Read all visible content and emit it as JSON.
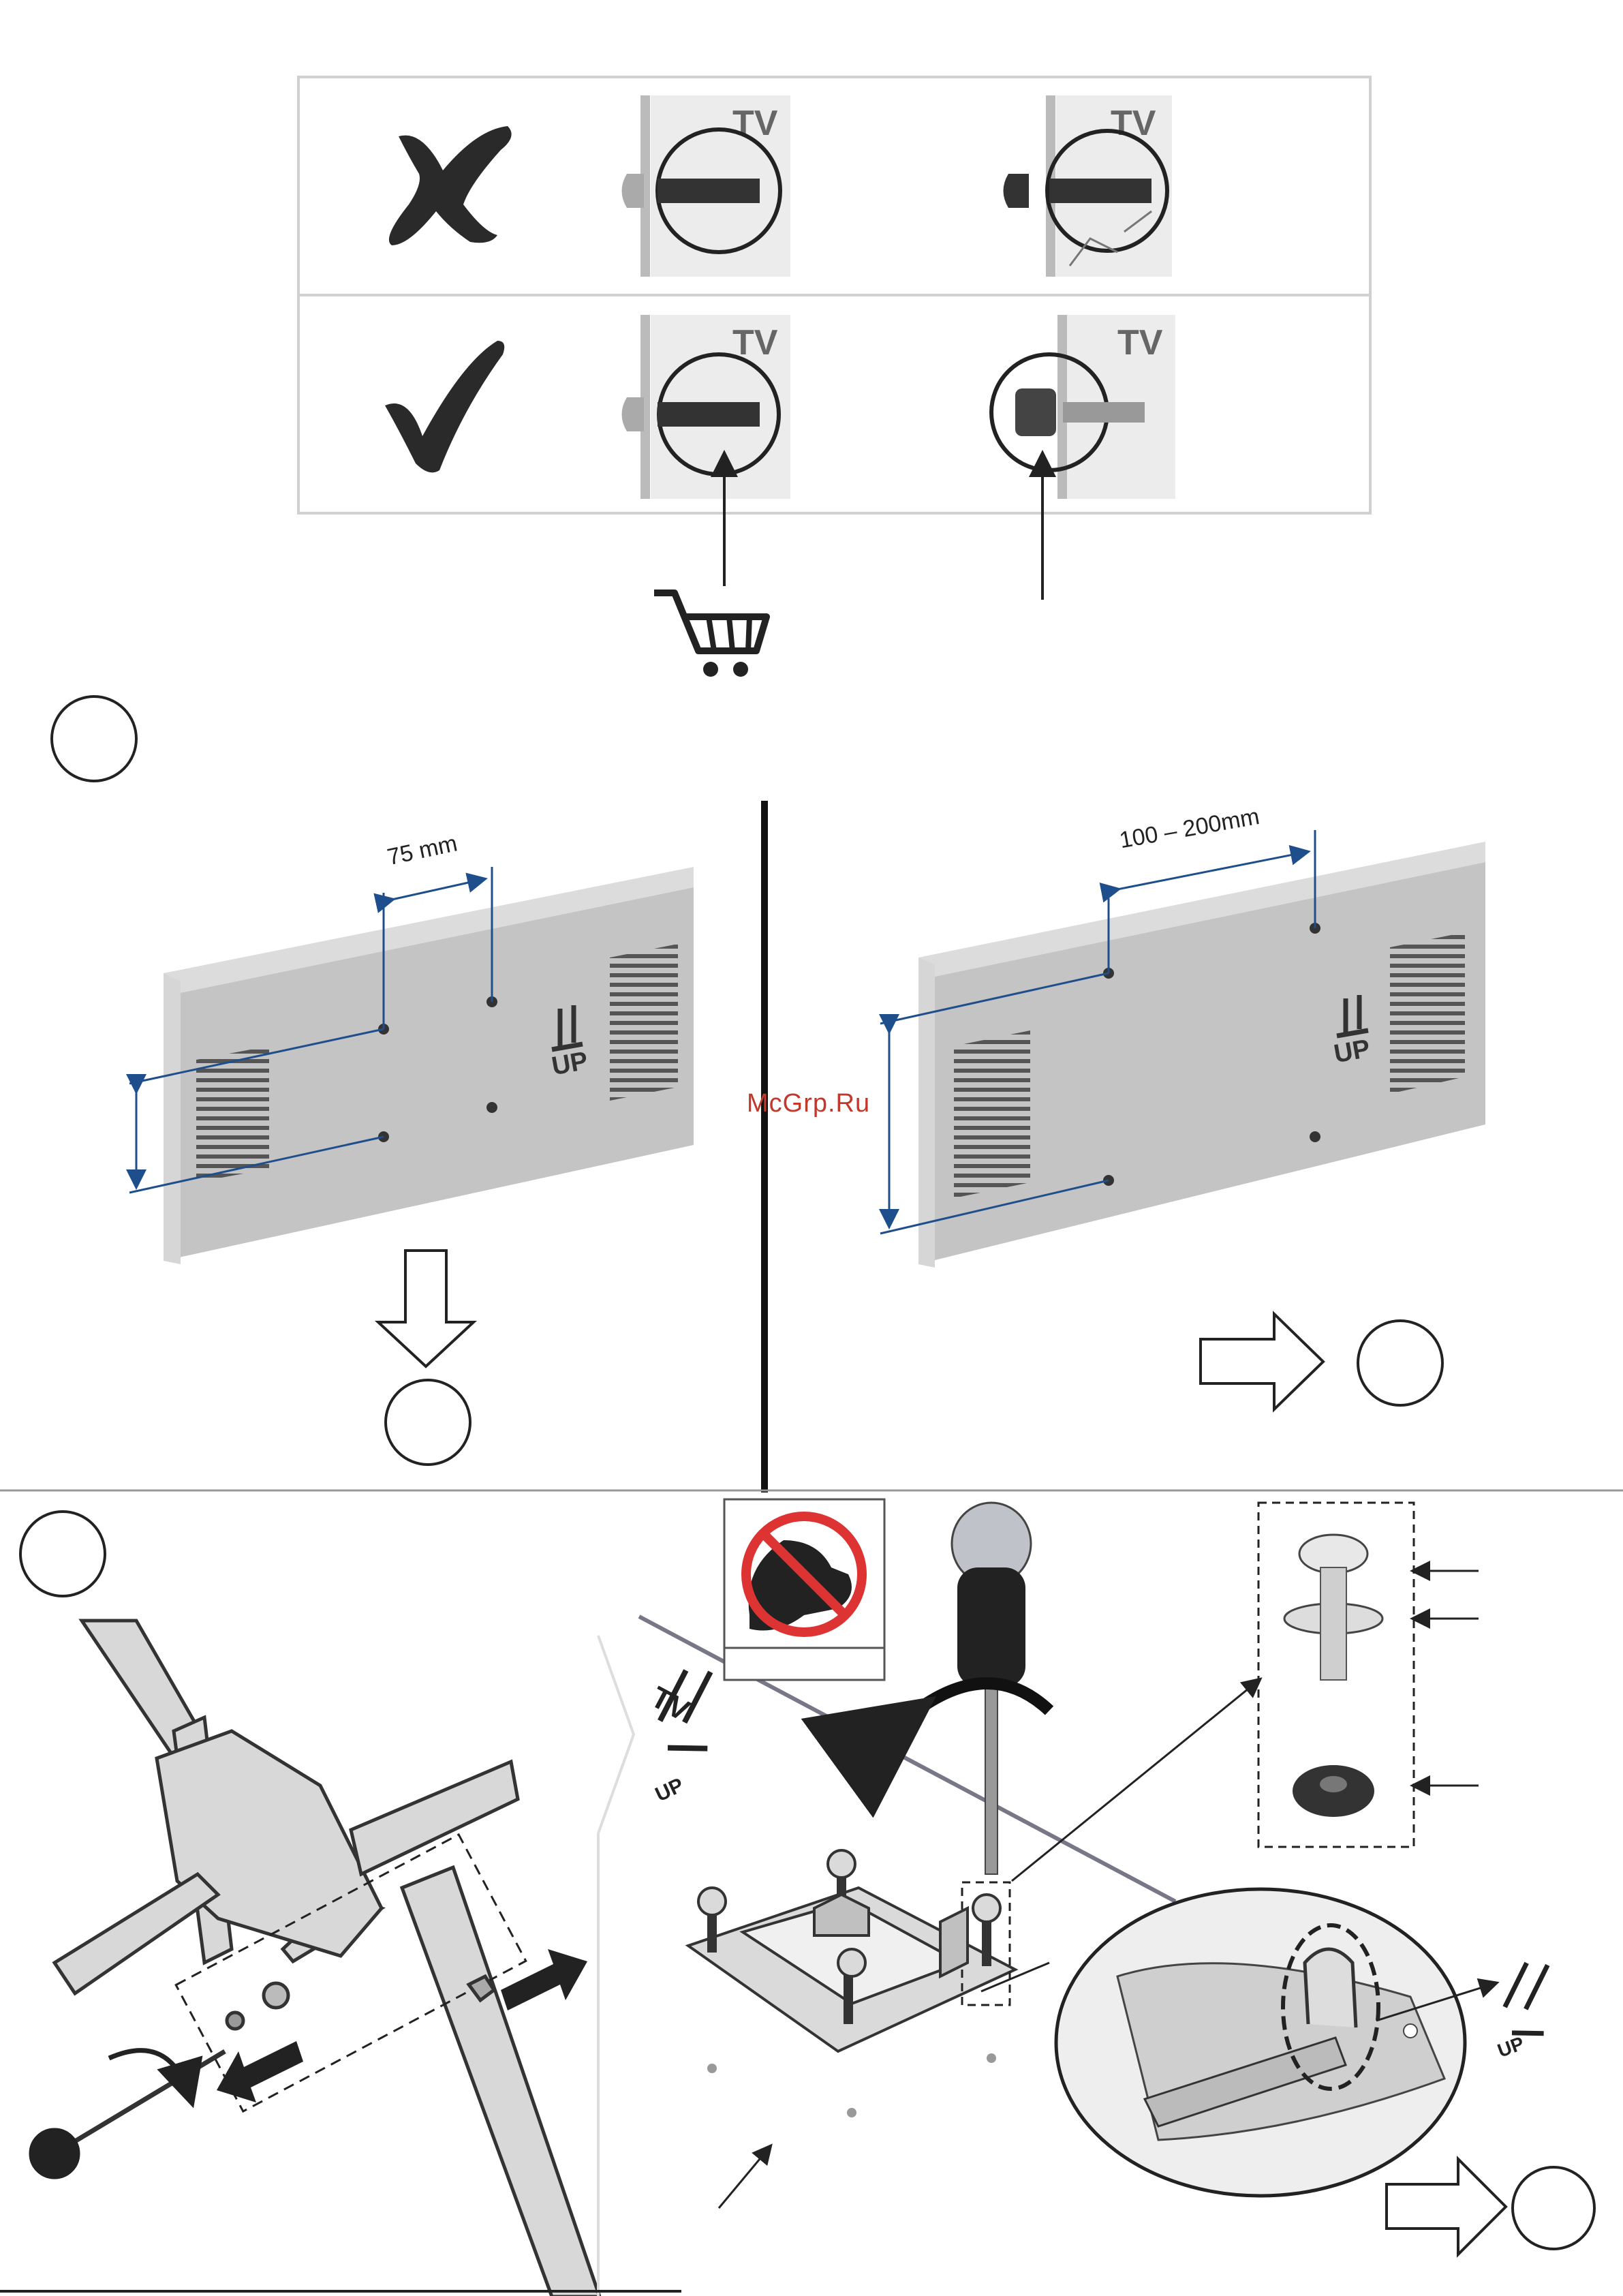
{
  "top_panel": {
    "tv_label": "TV",
    "wrong_mark": "cross-icon",
    "right_mark": "check-icon",
    "cart_icon": "shopping-cart-icon"
  },
  "vesa_small": {
    "spacing_label": "75 mm",
    "up_label": "UP"
  },
  "vesa_large": {
    "spacing_label": "100 – 200mm",
    "up_label": "UP"
  },
  "assembly": {
    "tv_label": "TV",
    "up_label": "UP",
    "no_force_icon": "no-force-icon"
  },
  "watermark": "McGrp.Ru",
  "colors": {
    "dimension_blue": "#1f4e8c",
    "panel_grey": "#c4c4c4",
    "frame_grey": "#d0d0d0"
  }
}
